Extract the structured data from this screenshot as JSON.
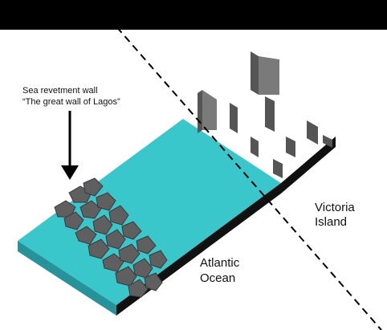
{
  "annotation": {
    "line1": "Sea revetment wall",
    "line2": "“The great wall of Lagos”"
  },
  "labels": {
    "victoria_line1": "Victoria",
    "victoria_line2": "Island",
    "atlantic_line1": "Atlantic",
    "atlantic_line2": "Ocean"
  },
  "colors": {
    "ocean_top": "#3ac7cc",
    "ocean_side": "#26939a",
    "land_top": "#ffffff",
    "land_side": "#101010",
    "building_side": "#555555",
    "rock": "#5f5f5f",
    "background": "#000000"
  }
}
